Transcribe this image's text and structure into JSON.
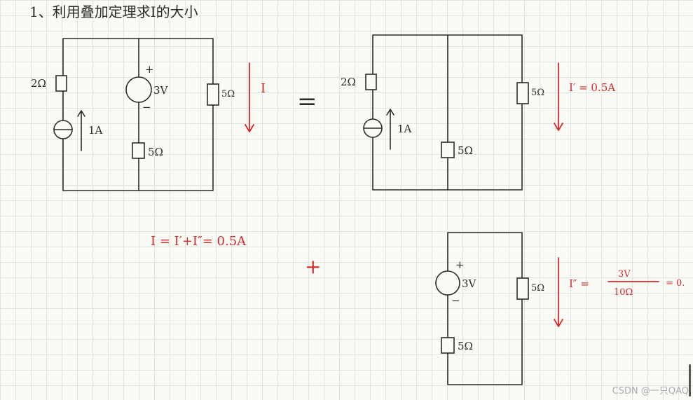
{
  "title": "1、利用叠加定理求I的大小",
  "watermark": "CSDN @一只QAQ",
  "circuit_original": {
    "r_left": "2Ω",
    "source_current": "1A",
    "source_voltage": "3V",
    "plus": "+",
    "minus": "−",
    "r_middle": "5Ω",
    "r_right": "5Ω",
    "current_label": "I"
  },
  "equals_sign": "=",
  "circuit_current_only": {
    "r_left": "2Ω",
    "source_current": "1A",
    "r_middle": "5Ω",
    "r_right": "5Ω",
    "current_label": "I′ = 0.5A"
  },
  "plus_sign": "+",
  "circuit_voltage_only": {
    "source_voltage": "3V",
    "plus": "+",
    "minus": "−",
    "r_middle": "5Ω",
    "r_right": "5Ω",
    "current_label": "I″ =",
    "frac_num": "3V",
    "frac_den": "10Ω",
    "result": "= 0."
  },
  "sum_equation": "I = I′+I″= 0.5A"
}
